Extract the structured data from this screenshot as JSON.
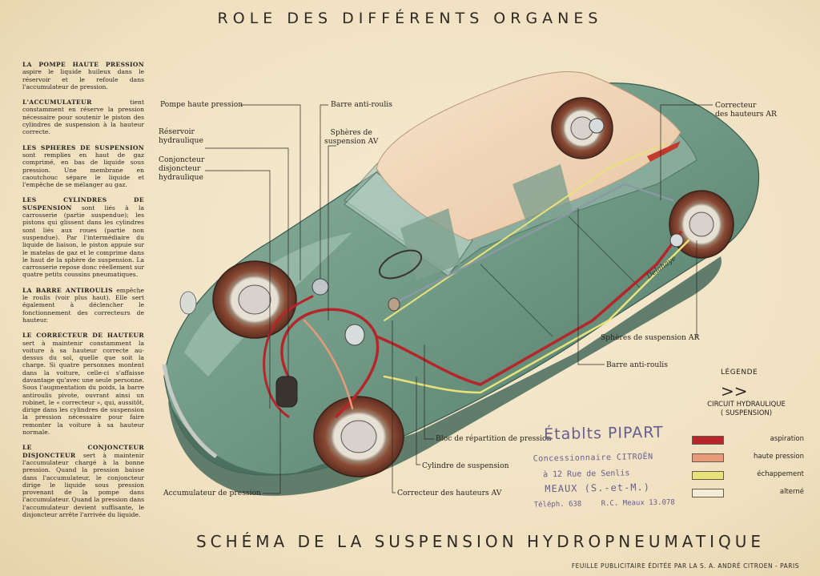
{
  "title": "ROLE DES DIFFÉRENTS ORGANES",
  "subtitle": "SCHÉMA DE LA SUSPENSION HYDROPNEUMATIQUE",
  "footer": "FEUILLE PUBLICITAIRE ÉDITÉE PAR LA S. A. ANDRÉ CITROEN - PARIS",
  "sidebar": [
    {
      "head": "LA POMPE HAUTE PRESSION",
      "body": "aspire le liquide huileux dans le réservoir et le refoule dans l'accumulateur de pression."
    },
    {
      "head": "L'ACCUMULATEUR",
      "body": "tient constamment en réserve la pression nécessaire pour soutenir le piston des cylindres de suspension à la hauteur correcte."
    },
    {
      "head": "LES SPHERES DE SUSPENSION",
      "body": "sont remplies en haut de gaz comprimé, en bas de liquide sous pression. Une membrane en caoutchouc sépare le liquide et l'empêche de se mélanger au gaz."
    },
    {
      "head": "LES CYLINDRES DE SUSPENSION",
      "body": "sont liés à la carrosserie (partie suspendue); les pistons qui glissent dans les cylindres sont liés aux roues (partie non suspendue). Par l'intermédiaire du liquide de liaison, le piston appuie sur le matelas de gaz et le comprime dans le haut de la sphère de suspension. La carrosserie repose donc réellement sur quatre petits coussins pneumatiques."
    },
    {
      "head": "LA BARRE ANTIROULIS",
      "body": "empêche le roulis (voir plus haut). Elle sert également à déclencher le fonctionnement des correcteurs de hauteur."
    },
    {
      "head": "LE CORRECTEUR DE HAUTEUR",
      "body": "sert à maintenir constamment la voiture à sa hauteur correcte au-dessus du sol, quelle que soit la charge. Si quatre personnes montent dans la voiture, celle-ci s'affaisse davantage qu'avec une seule personne. Sous l'augmentation du poids, la barre antiroulis pivote, ouvrant ainsi un robinet, le « correcteur », qui, aussitôt, dirige dans les cylindres de suspension la pression nécessaire pour faire remonter la voiture à sa hauteur normale."
    },
    {
      "head": "LE CONJONCTEUR DISJONCTEUR",
      "body": "sert à maintenir l'accumulateur chargé à la bonne pression. Quand la pression baisse dans l'accumulateur, le conjoncteur dirige le liquide sous pression provenant de la pompe dans l'accumulateur. Quand la pression dans l'accumulateur devient suffisante, le disjoncteur arrête l'arrivée du liquide."
    }
  ],
  "labels": {
    "pompe": "Pompe haute pression",
    "reservoir": "Réservoir\nhydraulique",
    "conjoncteur": "Conjoncteur\ndisjoncteur\nhydraulique",
    "barre_top": "Barre anti-roulis",
    "spheres_av": "Sphères de\nsuspension AV",
    "correcteur_ar": "Correcteur\ndes hauteurs AR",
    "spheres_ar": "Sphères de suspension AR",
    "barre_mid": "Barre anti-roulis",
    "bloc": "Bloc de répartition de pression",
    "cylindre": "Cylindre de suspension",
    "correcteur_av": "Correcteur des hauteurs AV",
    "accumulateur": "Accumulateur de pression"
  },
  "legend": {
    "title": "LÉGENDE",
    "arrow": ">>",
    "circuit": "CIRCUIT HYDRAULIQUE\n( SUSPENSION)",
    "items": [
      {
        "label": "aspiration",
        "color": "#b5252a"
      },
      {
        "label": "haute pression",
        "color": "#e79a7a"
      },
      {
        "label": "échappement",
        "color": "#e9e27a"
      },
      {
        "label": "alterné",
        "color": "#f3ead8"
      }
    ]
  },
  "stamp": {
    "line1": "Établts PIPART",
    "line2": "Concessionnaire CITROËN",
    "line3": "à 12 Rue de Senlis",
    "line4": "MEAUX (S.-et-M.)",
    "line5": "Téléph. 638",
    "line6": "R.C. Meaux 13.078"
  },
  "signature": "Delahaye"
}
